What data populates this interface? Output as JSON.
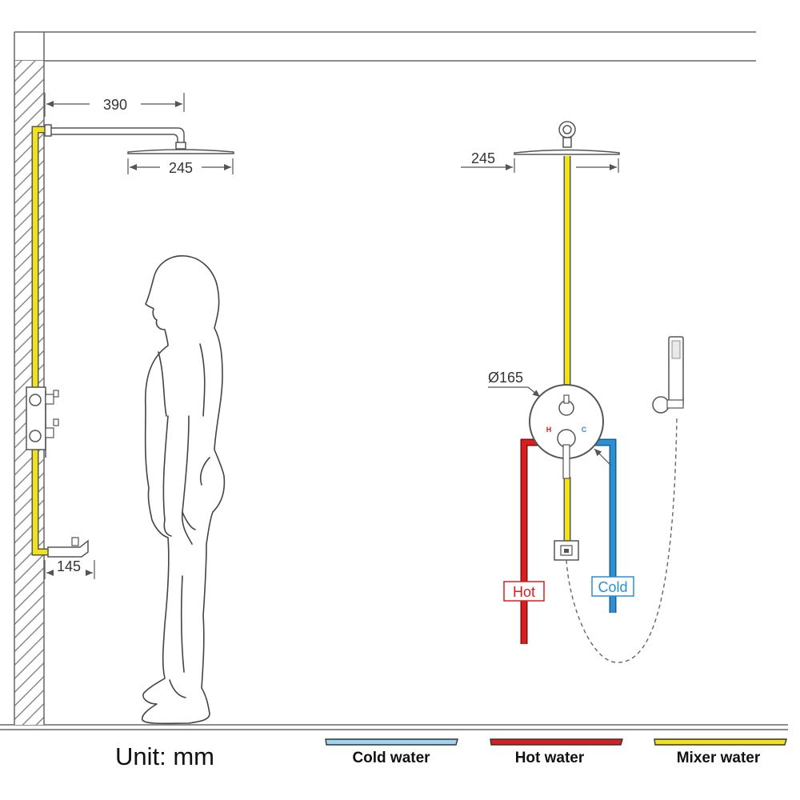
{
  "dimensions": {
    "arm_length": "390",
    "left_head_width": "245",
    "right_head_width": "245",
    "spout_projection": "145",
    "valve_diameter": "Ø165"
  },
  "valve": {
    "hot_mark": "H",
    "cold_mark": "C"
  },
  "pipe_tags": {
    "hot": "Hot",
    "cold": "Cold"
  },
  "unit_label": "Unit: mm",
  "legend": [
    {
      "label": "Cold water",
      "color": "#9fd3f2"
    },
    {
      "label": "Hot water",
      "color": "#d81e1e"
    },
    {
      "label": "Mixer water",
      "color": "#f2e21a"
    }
  ],
  "colors": {
    "cold_pipe": "#2b8fd1",
    "hot_pipe": "#d81e1e",
    "mixer_pipe": "#f2e21a",
    "line": "#555555"
  }
}
